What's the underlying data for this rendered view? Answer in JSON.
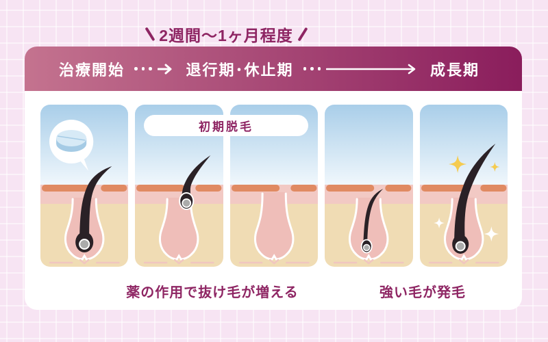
{
  "title": {
    "text": "2週間〜1ヶ月程度"
  },
  "timeline": {
    "stages": [
      {
        "id": "treatment-start",
        "label": "治療開始"
      },
      {
        "id": "regression-rest",
        "label": "退行期･休止期"
      },
      {
        "id": "growth",
        "label": "成長期"
      }
    ]
  },
  "overlay_label": {
    "text": "初期脱毛"
  },
  "captions": {
    "shedding": "薬の作用で抜け毛が増える",
    "growth": "強い毛が発毛"
  },
  "panels": [
    {
      "id": "panel-treatment-start",
      "icon": "pill-icon",
      "shows": "hair with medicine speech bubble"
    },
    {
      "id": "panel-early-shedding",
      "icon": "club-hair-icon",
      "shows": "old hair pushed out of follicle"
    },
    {
      "id": "panel-empty-follicle",
      "icon": "empty-follicle-icon",
      "shows": "hair fallen out"
    },
    {
      "id": "panel-new-growth",
      "icon": "small-hair-icon",
      "shows": "new thin hair emerging"
    },
    {
      "id": "panel-strong-hair",
      "icon": "sparkle-icon",
      "shows": "strong thick hair with sparkles"
    }
  ],
  "colors": {
    "accent_text": "#8E2563",
    "banner_gradient_left": "#C4738F",
    "banner_gradient_right": "#8A1D5C",
    "background": "#F7E4F3",
    "sky_top": "#A9CEE9",
    "epidermis": "#E08A62",
    "dermis": "#F2C9C4",
    "subcutis": "#F0DCB4",
    "follicle": "#EFBEB9",
    "hair": "#2A2126",
    "papilla": "#ABABAB",
    "sparkle_yellow": "#F5CB4F",
    "pill_top": "#D7EAF6",
    "pill_side": "#A5CBE5"
  }
}
